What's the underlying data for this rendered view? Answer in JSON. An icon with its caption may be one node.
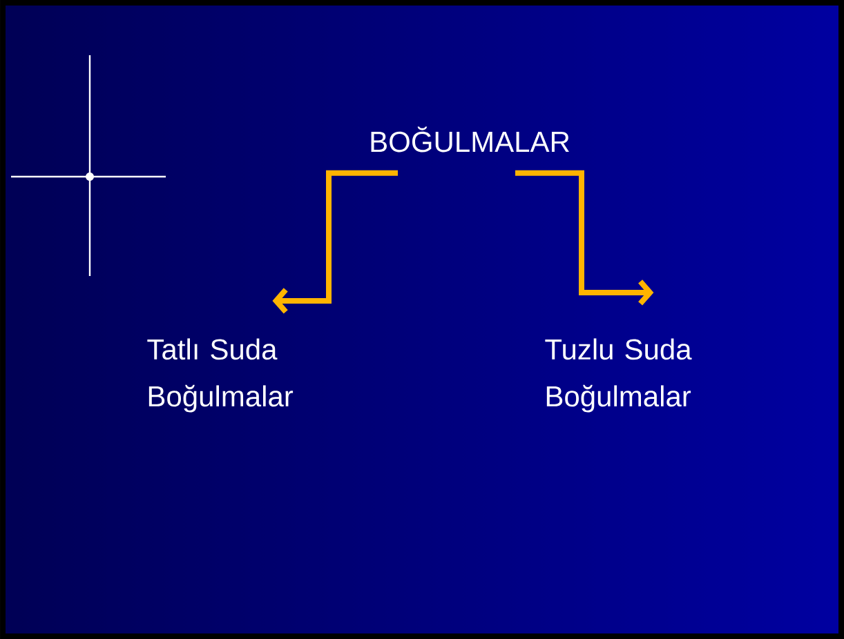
{
  "diagram": {
    "nodes": [
      {
        "text": [
          "BOĞULMALAR"
        ]
      },
      {
        "text": [
          "Tatlı Suda Boğulmalar"
        ]
      },
      {
        "text": [
          "Tuzlu Suda Boğulmalar"
        ]
      }
    ],
    "edges": [
      {
        "from": 0,
        "to": 1,
        "arrow": "to"
      },
      {
        "from": 0,
        "to": 2,
        "arrow": "to"
      }
    ]
  }
}
